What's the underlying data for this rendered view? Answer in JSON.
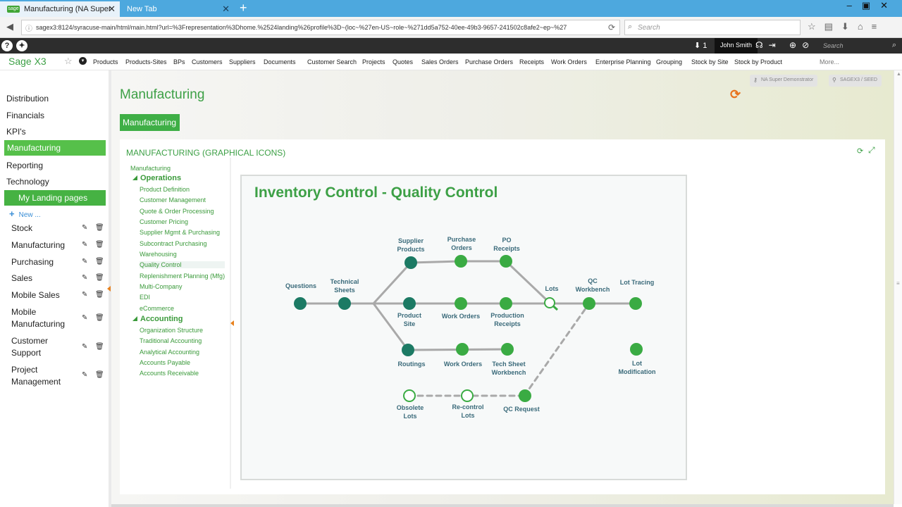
{
  "browser": {
    "tabs": [
      {
        "label": "Manufacturing (NA Super ...",
        "favicon": "sage"
      },
      {
        "label": "New Tab"
      }
    ],
    "url": "sagex3:8124/syracuse-main/html/main.html?url=%3Frepresentation%3Dhome.%2524landing%26profile%3D~(loc~%27en-US~role~%271dd5a752-40ee-49b3-9657-241502c8afe2~ep~%27",
    "search_placeholder": "Search"
  },
  "header": {
    "download_count": "1",
    "user_name": "John Smith",
    "search_placeholder": "Search"
  },
  "menu": {
    "brand": "Sage X3",
    "items": [
      "Products",
      "Products-Sites",
      "BPs",
      "Customers",
      "Suppliers",
      "Documents",
      "Customer Search",
      "Projects",
      "Quotes",
      "Sales Orders",
      "Purchase Orders",
      "Receipts",
      "Work Orders",
      "Enterprise Planning",
      "Grouping",
      "Stock by Site",
      "Stock by Product",
      "More..."
    ]
  },
  "sidebar": {
    "modules": [
      "Distribution",
      "Financials",
      "KPI's",
      "Manufacturing",
      "Reporting",
      "Technology"
    ],
    "active": "Manufacturing",
    "landing_header": "My Landing pages",
    "new_label": "New ...",
    "landing_pages": [
      "Stock",
      "Manufacturing",
      "Purchasing",
      "Sales",
      "Mobile Sales",
      "Mobile Manufacturing",
      "Customer Support",
      "Project Management"
    ]
  },
  "main": {
    "title": "Manufacturing",
    "pill_user": "NA Super Demonstrator",
    "pill_folder": "SAGEX3 / SEED",
    "section_tab": "Manufacturing",
    "panel_title": "MANUFACTURING (GRAPHICAL ICONS)"
  },
  "tree": {
    "root": "Manufacturing",
    "categories": [
      {
        "name": "Operations",
        "items": [
          "Product Definition",
          "Customer Management",
          "Quote & Order Processing",
          "Customer Pricing",
          "Supplier Mgmt & Purchasing",
          "Subcontract Purchasing",
          "Warehousing",
          "Quality Control",
          "Replenishment Planning (Mfg)",
          "Multi-Company",
          "EDI",
          "eCommerce"
        ]
      },
      {
        "name": "Accounting",
        "items": [
          "Organization Structure",
          "Traditional Accounting",
          "Analytical Accounting",
          "Accounts Payable",
          "Accounts Receivable"
        ]
      }
    ],
    "selected": "Quality Control"
  },
  "diagram": {
    "title": "Inventory Control - Quality Control",
    "nodes": [
      {
        "label": "Questions"
      },
      {
        "label": "Technical Sheets"
      },
      {
        "label": "Supplier Products"
      },
      {
        "label": "Purchase Orders"
      },
      {
        "label": "PO Receipts"
      },
      {
        "label": "Product Site"
      },
      {
        "label": "Work Orders"
      },
      {
        "label": "Production Receipts"
      },
      {
        "label": "Lots"
      },
      {
        "label": "QC Workbench"
      },
      {
        "label": "Lot Tracing"
      },
      {
        "label": "Routings"
      },
      {
        "label": "Work Orders"
      },
      {
        "label": "Tech Sheet Workbench"
      },
      {
        "label": "Lot Modification"
      },
      {
        "label": "Obsolete Lots"
      },
      {
        "label": "Re-control Lots"
      },
      {
        "label": "QC Request"
      }
    ]
  },
  "colors": {
    "brand_green": "#3da046",
    "active_green": "#56c04a",
    "node_dark": "#1c7a64",
    "node_green": "#3aab43",
    "accent_orange": "#e8731e",
    "tab_blue": "#4da8de"
  }
}
